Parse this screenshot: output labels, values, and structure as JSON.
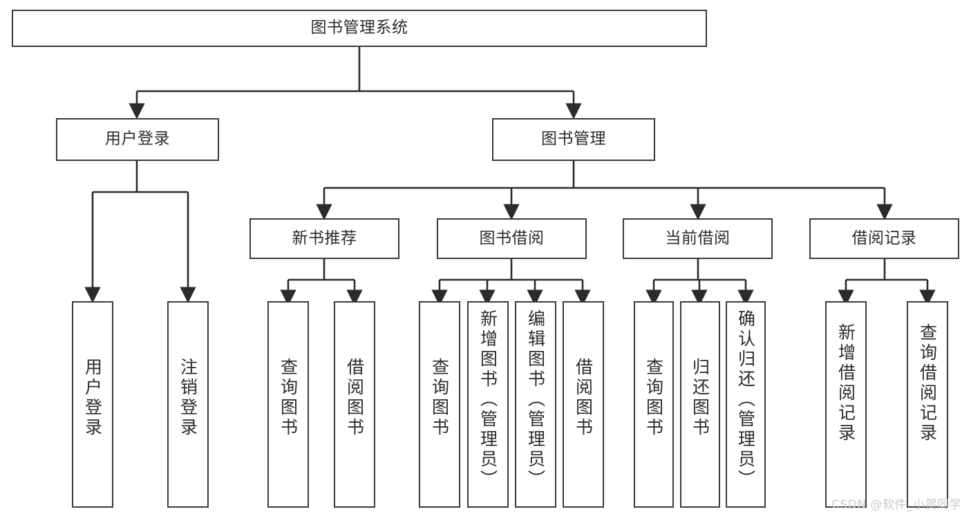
{
  "diagram": {
    "type": "tree-hierarchy",
    "title": "图书管理系统",
    "root": {
      "label": "图书管理系统"
    },
    "level2": [
      {
        "id": "user-login",
        "label": "用户登录"
      },
      {
        "id": "book-manage",
        "label": "图书管理"
      }
    ],
    "level3": [
      {
        "id": "new-book-recommend",
        "label": "新书推荐"
      },
      {
        "id": "book-borrow",
        "label": "图书借阅"
      },
      {
        "id": "current-borrow",
        "label": "当前借阅"
      },
      {
        "id": "borrow-record",
        "label": "借阅记录"
      }
    ],
    "leaves": {
      "user_login": [
        {
          "id": "leaf-user-login",
          "label": "用户登录"
        },
        {
          "id": "leaf-logout-login",
          "label": "注销登录"
        }
      ],
      "new_book_recommend": [
        {
          "id": "leaf-query-book-1",
          "label": "查询图书"
        },
        {
          "id": "leaf-borrow-book-1",
          "label": "借阅图书"
        }
      ],
      "book_borrow": [
        {
          "id": "leaf-query-book-2",
          "label": "查询图书"
        },
        {
          "id": "leaf-add-book",
          "label": "新增图书（管理员）"
        },
        {
          "id": "leaf-edit-book",
          "label": "编辑图书（管理员）"
        },
        {
          "id": "leaf-borrow-book-2",
          "label": "借阅图书"
        }
      ],
      "current_borrow": [
        {
          "id": "leaf-query-book-3",
          "label": "查询图书"
        },
        {
          "id": "leaf-return-book",
          "label": "归还图书"
        },
        {
          "id": "leaf-confirm-return",
          "label": "确认归还（管理员）"
        }
      ],
      "borrow_record": [
        {
          "id": "leaf-add-borrow-record",
          "label": "新增借阅记录"
        },
        {
          "id": "leaf-query-borrow-record",
          "label": "查询借阅记录"
        }
      ]
    }
  },
  "watermark": {
    "text": "CSDN @软件_小贺同学",
    "color": "#c9c9c9"
  },
  "colors": {
    "border": "#3a3a3a",
    "connector": "#2b2b2b",
    "text": "#2b2b2b",
    "background": "#ffffff"
  }
}
